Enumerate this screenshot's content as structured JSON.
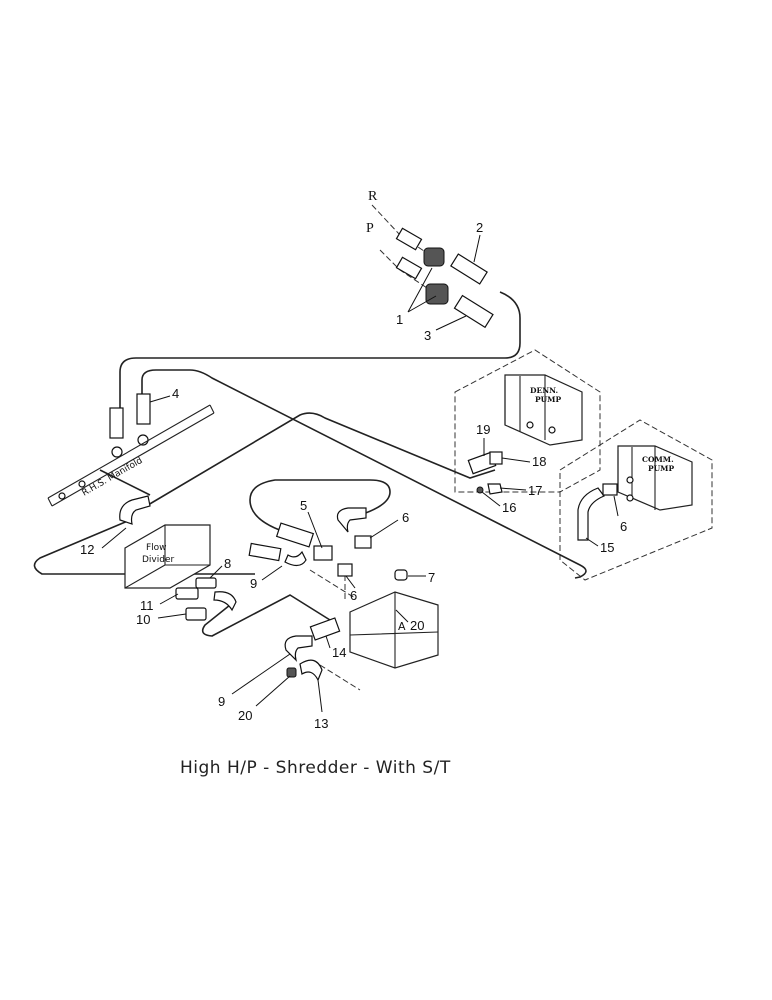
{
  "caption": "High H/P - Shredder - With S/T",
  "ports": {
    "r": "R",
    "p": "P"
  },
  "labels": {
    "manifold": "R.H.S. Manifold",
    "flow_divider": "Flow\nDivider",
    "denn_pump": "DENN.\nPUMP",
    "comm_pump": "COMM.\nPUMP",
    "valve_a": "A"
  },
  "callouts": [
    "1",
    "2",
    "3",
    "4",
    "5",
    "6",
    "6",
    "6",
    "7",
    "8",
    "9",
    "9",
    "10",
    "11",
    "12",
    "13",
    "14",
    "15",
    "16",
    "17",
    "18",
    "19",
    "20",
    "20"
  ]
}
